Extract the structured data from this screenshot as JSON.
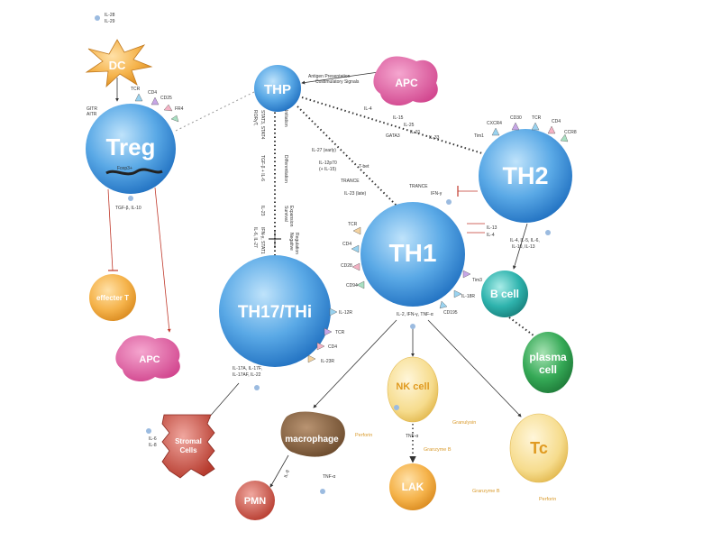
{
  "colors": {
    "blue_cell": "#3b8fd9",
    "teal_cell": "#27a9a6",
    "green_cell": "#2e9e4c",
    "orange_cell": "#f0a63a",
    "pink_cell": "#d23f8c",
    "yellow_cell": "#f2d27a",
    "brown_cell": "#7a5a3a",
    "red_cell": "#c0392b",
    "line": "#333333",
    "red_line": "#c0392b"
  },
  "cells": {
    "thp": "THP",
    "apc_top": "APC",
    "dc": "DC",
    "treg": "Treg",
    "th2": "TH2",
    "th1": "TH1",
    "th17": "TH17/THi",
    "effecter_t": "effecter T",
    "apc_bottom": "APC",
    "b_cell": "B cell",
    "plasma_cell_1": "plasma",
    "plasma_cell_2": "cell",
    "stromal_1": "Stromal",
    "stromal_2": "Cells",
    "macrophage": "macrophage",
    "nk_cell": "NK cell",
    "tc": "Tc",
    "lak": "LAK",
    "pmn": "PMN"
  },
  "labels": {
    "il28": "IL-28",
    "il29": "IL-29",
    "gitr": "GITR",
    "aitr": "AITR",
    "tcr_treg": "TCR",
    "cd4_treg": "CD4",
    "cd25": "CD25",
    "fr4": "FR4",
    "foxp3": "Foxp3+",
    "treg_secreted": "TGF-β, IL-10",
    "antigen_presentation": "Antigen Presentation",
    "costim": "Costimulatory Signals",
    "il4_top": "IL-4",
    "il15": "IL-15",
    "il25": "IL-25",
    "il31": "IL-31",
    "il33": "IL-33",
    "gata3": "GATA3",
    "il27": "IL-27 (early)",
    "il12": "IL-12p70",
    "il15b": "(+ IL-15)",
    "tbet": "T-bet",
    "trance_top": "TRANCE",
    "il23": "IL-23 (late)",
    "trance_th1": "TRANCE",
    "ifn_gamma": "IFN-γ",
    "il13": "IL-13",
    "il4_mid": "IL-4",
    "th2_secreted_1": "IL-4, IL-5, IL-6,",
    "th2_secreted_2": "IL-10, IL-13",
    "tim1": "Tim1",
    "cxcr4": "CXCR4",
    "cd30": "CD30",
    "tcr_th2": "TCR",
    "cd4_th2": "CD4",
    "ccr8": "CCR8",
    "tcr_th1": "TCR",
    "cd4_th1": "CD4",
    "cd28": "CD28",
    "cd94": "CD94",
    "tim3": "Tim3",
    "il18r": "IL-18R",
    "cd195": "CD195",
    "th1_secreted": "IL-2, IFN-γ, TNF-α",
    "rorgt": "RORγT,",
    "stat3": "STAT3, STAT4",
    "initiation": "Initiation",
    "tgfb_il6": "TGF-β + IL-6",
    "differentiation": "Differentiation",
    "il23_mid": "IL-23",
    "survival": "Survival",
    "expansion": "Expansion",
    "il6_il27": "IL-6, IL-27",
    "ifng_stat1": "IFN-γ, STAT1",
    "negative": "Negative",
    "regulation": "Regulation",
    "il12r": "IL-12R",
    "tcr_th17": "TCR",
    "cd4_th17": "CD4",
    "il23r": "IL-23R",
    "th17_secreted_1": "IL-17A, IL-17F,",
    "th17_secreted_2": "IL-17AF, IL-22",
    "il6_stromal": "IL-6",
    "il8_stromal": "IL-8",
    "il8_pmn": "IL-8",
    "tnfa_mac": "TNF-α",
    "perforin_nk": "Perforin",
    "granulysin": "Granulysin",
    "granzyme_b_nk": "Granzyme B",
    "tnfa_nk": "TNF-α",
    "granzyme_b_tc": "Granzyme B",
    "perforin_tc": "Perforin"
  }
}
